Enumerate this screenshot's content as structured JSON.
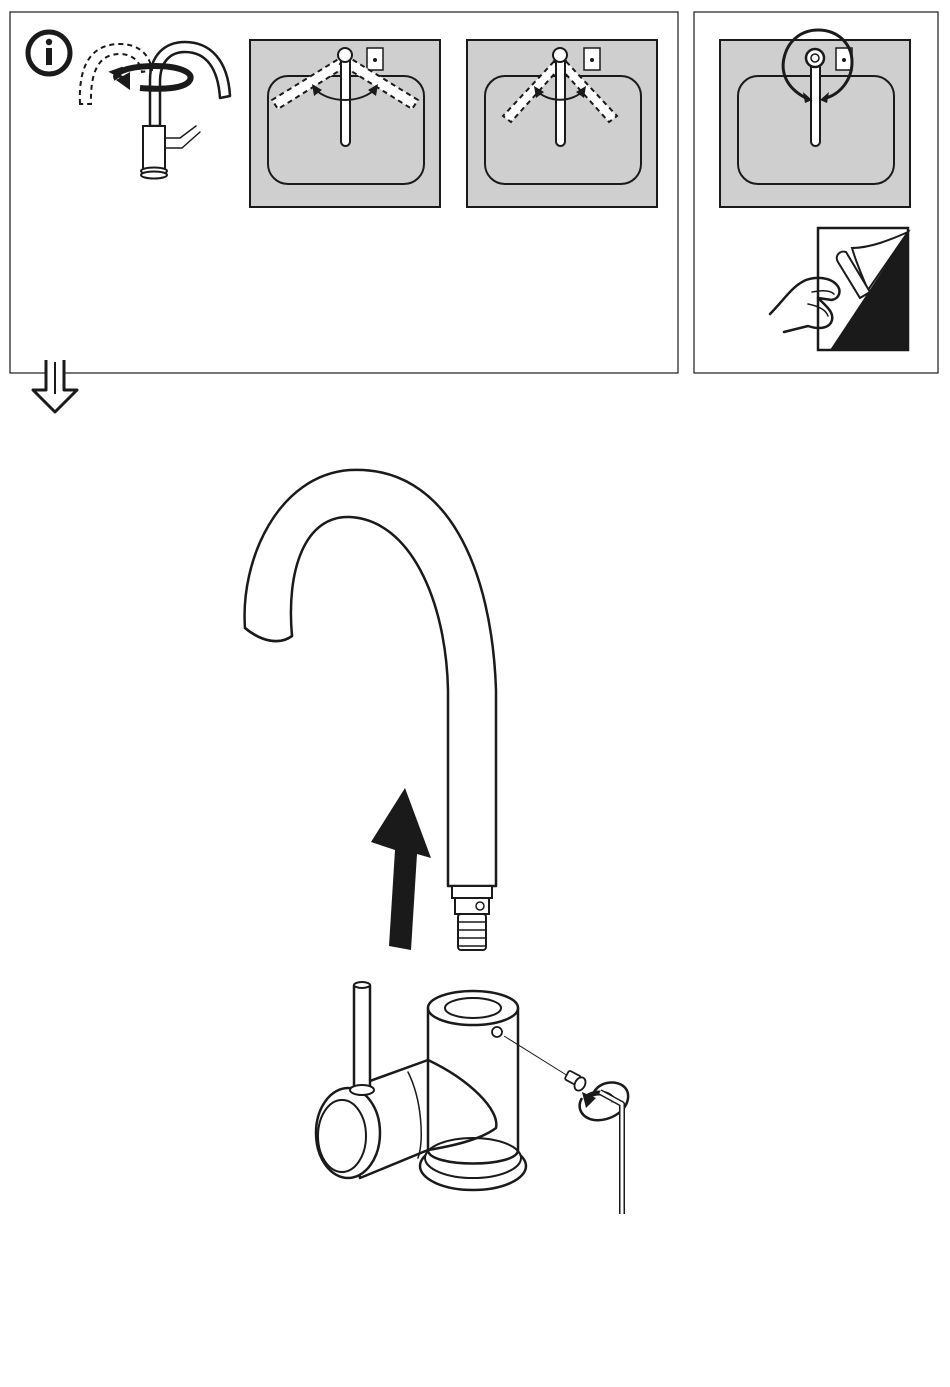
{
  "info_panel": {
    "info_icon": "info-icon",
    "illustrations": [
      "spout-rotation-diagram",
      "sink-swing-wide-diagram",
      "sink-swing-narrow-diagram"
    ]
  },
  "side_panel": {
    "illustrations": [
      "sink-rotation-limit-diagram",
      "peel-protective-film-diagram"
    ]
  },
  "flow_indicator": {
    "icon": "hollow-down-arrow-icon"
  },
  "main_step": {
    "illustrations": [
      "spout-pipe",
      "up-arrow-icon",
      "faucet-body",
      "grub-screw",
      "rotate-arrow-icon",
      "hex-key"
    ]
  }
}
